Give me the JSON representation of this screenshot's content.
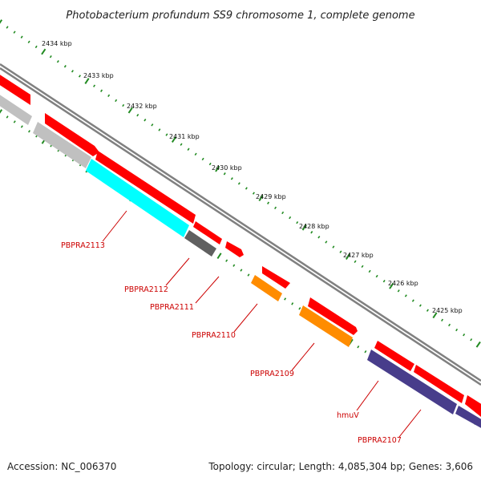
{
  "title": "Photobacterium profundum SS9 chromosome 1, complete genome",
  "footer": {
    "accession": "Accession: NC_006370",
    "summary": "Topology: circular; Length: 4,085,304 bp; Genes: 3,606"
  },
  "scale_labels": [
    "2434 kbp",
    "2433 kbp",
    "2432 kbp",
    "2431 kbp",
    "2430 kbp",
    "2429 kbp",
    "2428 kbp",
    "2427 kbp",
    "2426 kbp",
    "2425 kbp"
  ],
  "gene_labels": [
    "PBPRA2113",
    "PBPRA2112",
    "PBPRA2111",
    "PBPRA2110",
    "PBPRA2109",
    "hmuV",
    "PBPRA2107"
  ],
  "colors": {
    "backbone": "#808080",
    "forward_cds": "#ff0000",
    "tick": "#228b22",
    "label": "#cc0000",
    "leader": "#cc0000",
    "cyan_feature": "#00ffff",
    "orange_feature": "#ff8c00",
    "purple_feature": "#483d8b",
    "gray_feature": "#c0c0c0",
    "dark_gray_feature": "#606060"
  }
}
